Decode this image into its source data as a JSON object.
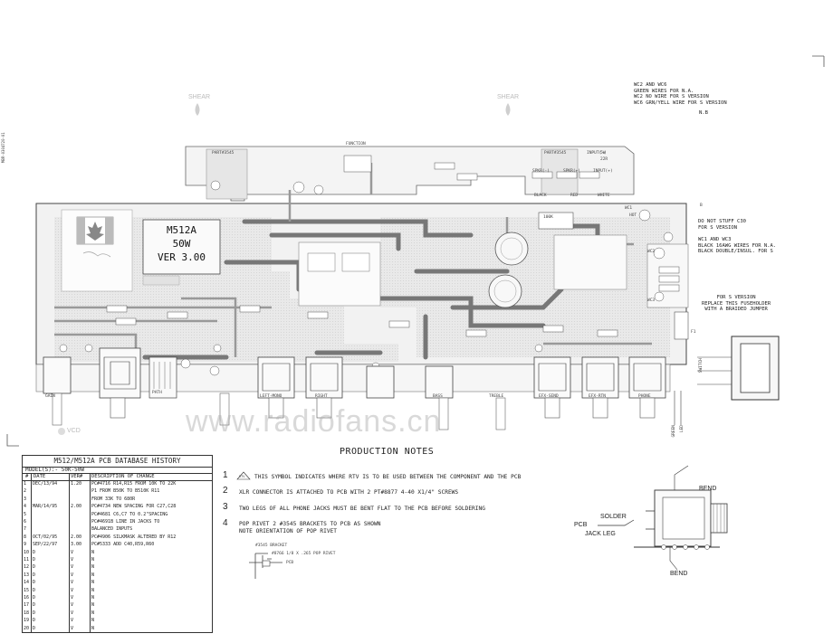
{
  "page": {
    "vertical_code": "MBR-0304720-01"
  },
  "shear_marks": [
    "SHEAR",
    "SHEAR"
  ],
  "top_notes": {
    "lines": [
      "WC2 AND WC6",
      "GREEN WIRES FOR N.A.",
      "WC2 NO WIRE FOR S VERSION",
      "WC6 GRN/YELL WIRE FOR S VERSION"
    ],
    "nb": "N.B"
  },
  "board": {
    "model_lines": [
      "M512A",
      "50W",
      "VER 3.00"
    ],
    "part_labels": [
      "PART#3545",
      "PART#3545",
      "FUNCTION",
      "SPKR(-)",
      "SPKR(+)",
      "INPUT(+)",
      "INPUT(-)",
      "BLACK",
      "RED",
      "WHITE",
      "100K",
      "5W",
      "22R",
      "HOT",
      "B"
    ],
    "jack_labels": [
      "GAIN",
      "LEFT-MONO",
      "RIGHT",
      "BASS",
      "TREBLE",
      "EFX-SEND",
      "EFX-RTN",
      "PHONE"
    ],
    "extra_labels": [
      "PATH",
      "GREEN",
      "LED",
      "SWITCH",
      "WC1",
      "WC2",
      "WC3",
      "F1",
      "VCD"
    ]
  },
  "right_notes": [
    {
      "lines": [
        "DO NOT STUFF C30",
        "FOR S VERSION"
      ]
    },
    {
      "lines": [
        "WC1 AND WC3",
        "BLACK 16AWG WIRES FOR N.A.",
        "BLACK DOUBLE/INSUL. FOR S"
      ]
    },
    {
      "lines": [
        "FOR S VERSION",
        "REPLACE THIS FUSEHOLDER",
        "WITH A BRAIDED JUMPER"
      ]
    }
  ],
  "history": {
    "title": "M512/M512A PCB DATABASE HISTORY",
    "model": "MODEL(S):-  50K-50W",
    "headers": [
      "#",
      "DATE",
      "VER#",
      "DESCRIPTION OF CHANGE"
    ],
    "rows": [
      {
        "n": "1",
        "date": "DEC/13/94",
        "ver": "1.20",
        "desc": "PC#4716 R14,R15 FROM 10K TO 22K"
      },
      {
        "n": "2",
        "date": "",
        "ver": "",
        "desc": "P1 FROM B50K TO B510K R11"
      },
      {
        "n": "3",
        "date": "",
        "ver": "",
        "desc": "FROM 33K TO 680R"
      },
      {
        "n": "4",
        "date": "MAR/14/95",
        "ver": "2.00",
        "desc": "PC#4734 NEW SPACING FOR C27,C28"
      },
      {
        "n": "5",
        "date": "",
        "ver": "",
        "desc": "PC#4681 C6,C7 TO 0.2\"SPACING"
      },
      {
        "n": "6",
        "date": "",
        "ver": "",
        "desc": "PC#4691B  LINE IN JACKS TO"
      },
      {
        "n": "7",
        "date": "",
        "ver": "",
        "desc": "BALANCED INPUTS"
      },
      {
        "n": "8",
        "date": "OCT/02/95",
        "ver": "2.00",
        "desc": "PC#4906 SILKMASK ALTERED BY R12"
      },
      {
        "n": "9",
        "date": "SEP/22/97",
        "ver": "3.00",
        "desc": "PC#5333 ADD C40,R59,R60"
      },
      {
        "n": "10",
        "date": "D",
        "ver": "V",
        "desc": "N"
      },
      {
        "n": "11",
        "date": "D",
        "ver": "V",
        "desc": "N"
      },
      {
        "n": "12",
        "date": "D",
        "ver": "V",
        "desc": "N"
      },
      {
        "n": "13",
        "date": "D",
        "ver": "V",
        "desc": "N"
      },
      {
        "n": "14",
        "date": "D",
        "ver": "V",
        "desc": "N"
      },
      {
        "n": "15",
        "date": "D",
        "ver": "V",
        "desc": "N"
      },
      {
        "n": "16",
        "date": "D",
        "ver": "V",
        "desc": "N"
      },
      {
        "n": "17",
        "date": "D",
        "ver": "V",
        "desc": "N"
      },
      {
        "n": "18",
        "date": "D",
        "ver": "V",
        "desc": "N"
      },
      {
        "n": "19",
        "date": "D",
        "ver": "V",
        "desc": "N"
      },
      {
        "n": "20",
        "date": "D",
        "ver": "V",
        "desc": "N"
      }
    ]
  },
  "production_notes": {
    "title": "PRODUCTION NOTES",
    "items": [
      {
        "num": "1",
        "text": "THIS SYMBOL INDICATES WHERE RTV IS TO BE USED BETWEEN THE COMPONENT AND THE PCB",
        "symbol": "RTV"
      },
      {
        "num": "2",
        "text": "XLR CONNECTOR IS ATTACHED TO PCB WITH 2 PT#8877 4-40 X1/4\" SCREWS"
      },
      {
        "num": "3",
        "text": "TWO LEGS OF ALL PHONE JACKS MUST BE BENT FLAT TO THE PCB BEFORE SOLDERING"
      },
      {
        "num": "4",
        "text": "POP RIVET 2 #3545 BRACKETS TO PCB AS SHOWN",
        "text2": "NOTE ORIENTATION OF POP RIVET"
      }
    ],
    "rivet_labels": [
      "#3545 BRACKET",
      "#8766 1/8 X .265 POP RIVET",
      "PCB"
    ]
  },
  "jack_detail": {
    "labels": [
      "BEND",
      "SOLDER",
      "PCB",
      "JACK LEG",
      "BEND"
    ]
  },
  "watermark": "www.radiofans.cn"
}
